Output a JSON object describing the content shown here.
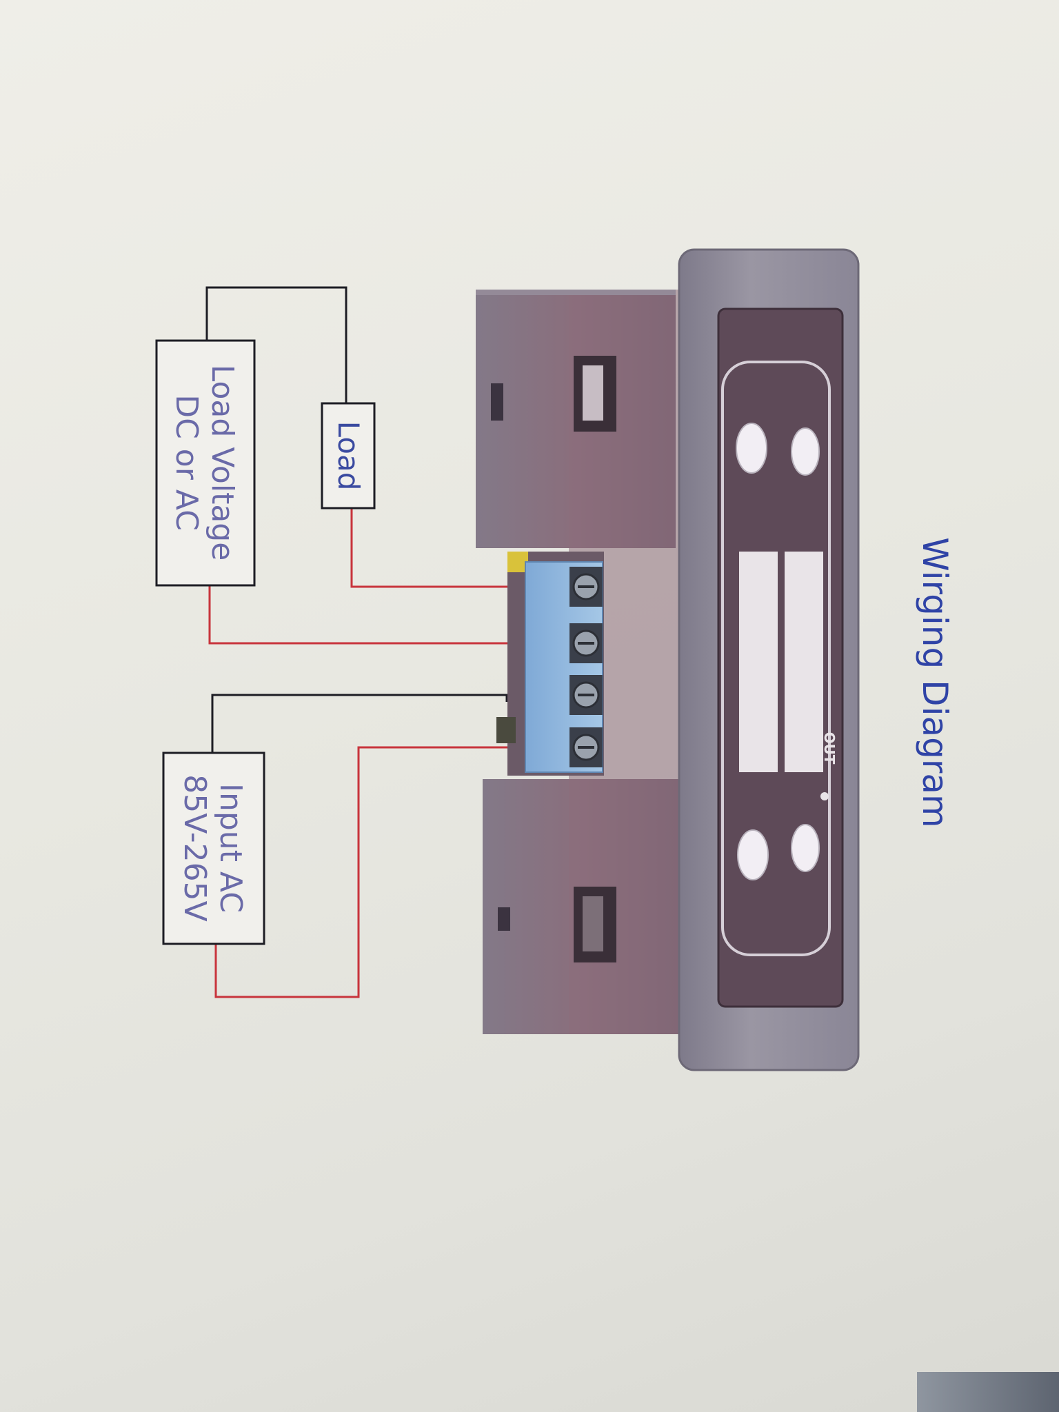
{
  "title": "Wirging Diagram",
  "labels": {
    "load": "Load",
    "load_voltage_line1": "Load Voltage",
    "load_voltage_line2": "DC or AC",
    "input_line1": "Input AC",
    "input_line2": "85V-265V",
    "out": "OUT"
  },
  "colors": {
    "title_text": "#2f43a6",
    "label_text": "#3a4aa0",
    "wire_black": "#1d1d24",
    "wire_red": "#c8343c",
    "terminal_block": "#8fb6db",
    "housing": "#7a6a78",
    "bezel": "#8c8896",
    "display_window": "#e9e4e8"
  }
}
